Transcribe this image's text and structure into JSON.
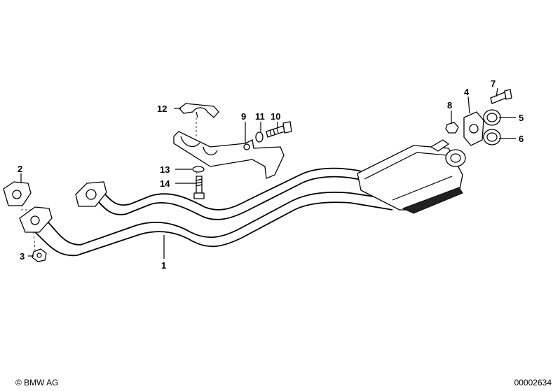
{
  "callouts": [
    {
      "id": "1",
      "label": "1"
    },
    {
      "id": "2",
      "label": "2"
    },
    {
      "id": "3",
      "label": "3"
    },
    {
      "id": "4",
      "label": "4"
    },
    {
      "id": "5",
      "label": "5"
    },
    {
      "id": "6",
      "label": "6"
    },
    {
      "id": "7",
      "label": "7"
    },
    {
      "id": "8",
      "label": "8"
    },
    {
      "id": "9",
      "label": "9"
    },
    {
      "id": "10",
      "label": "10"
    },
    {
      "id": "11",
      "label": "11"
    },
    {
      "id": "12",
      "label": "12"
    },
    {
      "id": "13",
      "label": "13"
    },
    {
      "id": "14",
      "label": "14"
    }
  ],
  "footer": {
    "copyright": "© BMW AG",
    "diagram_number": "00002634"
  }
}
